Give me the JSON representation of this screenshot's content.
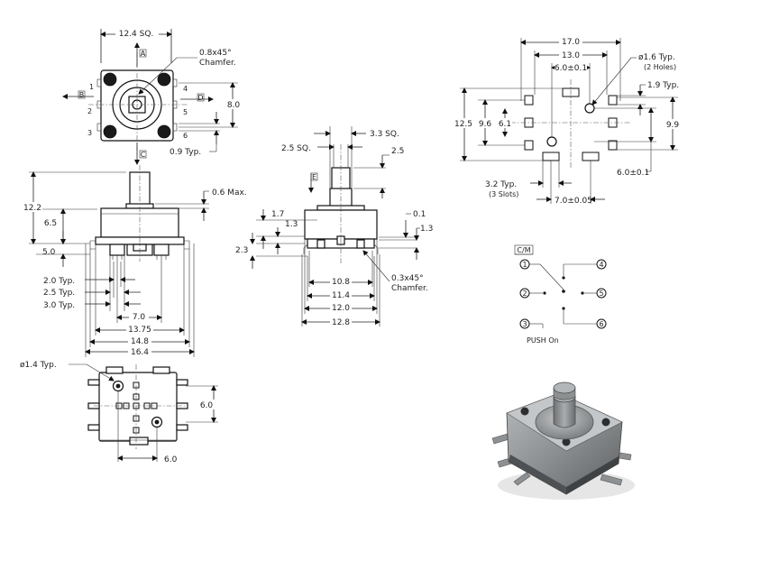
{
  "top_view": {
    "width_dim": "12.4  SQ.",
    "chamfer_note": [
      "0.8x45°",
      "Chamfer."
    ],
    "pitch_dim": "8.0",
    "pin_offset_dim": "0.9  Typ.",
    "direction_labels": [
      "A",
      "B",
      "C",
      "D"
    ],
    "pin_numbers": [
      "1",
      "2",
      "3",
      "4",
      "5",
      "6"
    ]
  },
  "front_view": {
    "height_dims": [
      "12.2",
      "6.5",
      "5.0"
    ],
    "gap_dim": "0.6  Max.",
    "pin_dims": [
      "2.0  Typ.",
      "2.5  Typ.",
      "3.0  Typ."
    ],
    "width_dims": [
      "7.0",
      "13.75",
      "14.8",
      "16.4"
    ]
  },
  "side_view": {
    "shaft_dims": [
      "2.5  SQ.",
      "3.3  SQ.",
      "2.5"
    ],
    "direction_label": "E",
    "left_dims": [
      "1.7",
      "1.3",
      "2.3"
    ],
    "right_dims": [
      "0.1",
      "1.3"
    ],
    "chamfer_note": [
      "0.3x45°",
      "Chamfer."
    ],
    "width_dims": [
      "10.8",
      "11.4",
      "12.0",
      "12.8"
    ]
  },
  "bottom_view": {
    "hole_note": "ø1.4  Typ.",
    "height_dim": "6.0",
    "bottom_dim": "6.0"
  },
  "pcb_layout": {
    "width_dims": [
      "17.0",
      "13.0",
      "6.0±0.1"
    ],
    "hole_note": [
      "ø1.6  Typ.",
      "(2 Holes)"
    ],
    "pad_dim": "1.9  Typ.",
    "height_dims": [
      "12.5",
      "9.6",
      "6.1"
    ],
    "right_dims": [
      "9.9",
      "6.0±0.1"
    ],
    "slot_note": [
      "3.2  Typ.",
      "(3 Slots)"
    ],
    "slot_pitch": "7.0±0.05"
  },
  "circuit": {
    "label": "C/M",
    "terminals": [
      "1",
      "2",
      "3",
      "4",
      "5",
      "6"
    ],
    "caption": "PUSH  On"
  },
  "colors": {
    "ink": "#111111",
    "paper": "#ffffff",
    "body_grey": "#8a8d8f",
    "shaft_grey": "#9a9d9f"
  }
}
